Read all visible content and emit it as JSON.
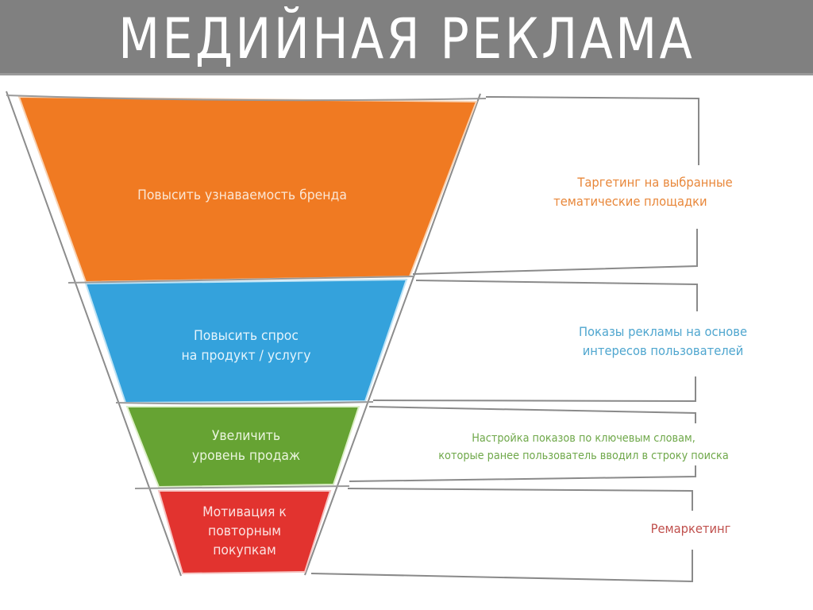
{
  "header": {
    "title": "МЕДИЙНАЯ РЕКЛАМА"
  },
  "colors": {
    "title_bar_bg": "#808080",
    "stage_awareness": "#F07A22",
    "stage_demand": "#34A2DC",
    "stage_sales": "#66A333",
    "stage_retention": "#E2332F",
    "note_awareness": "#E8873A",
    "note_demand": "#4FA6CF",
    "note_sales": "#6FA84A",
    "note_retention": "#C0504D",
    "outline": "#8C8C8C"
  },
  "funnel": {
    "stages": [
      {
        "id": "awareness",
        "line1": "Повысить узнаваемость бренда",
        "line2": "",
        "line3": ""
      },
      {
        "id": "demand",
        "line1": "Повысить спрос",
        "line2": "на продукт / услугу",
        "line3": ""
      },
      {
        "id": "sales",
        "line1": "Увеличить",
        "line2": "уровень продаж",
        "line3": ""
      },
      {
        "id": "retention",
        "line1": "Мотивация к",
        "line2": "повторным",
        "line3": "покупкам"
      }
    ]
  },
  "notes": [
    {
      "stage": "awareness",
      "line1": "Таргетинг  на выбранные",
      "line2": "тематические площадки"
    },
    {
      "stage": "demand",
      "line1": "Показы рекламы на основе",
      "line2": "интересов пользователей"
    },
    {
      "stage": "sales",
      "line1": "Настройка показов по ключевым словам,",
      "line2": "которые ранее пользователь вводил в строку поиска"
    },
    {
      "stage": "retention",
      "line1": "Ремаркетинг",
      "line2": ""
    }
  ]
}
